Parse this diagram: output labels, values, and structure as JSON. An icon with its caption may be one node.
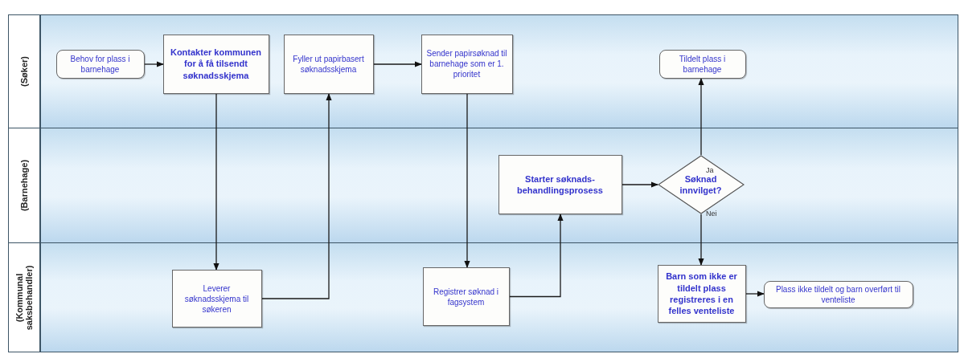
{
  "diagram": {
    "nodes": [
      {
        "text": [
          "(Søker)"
        ]
      },
      {
        "text": [
          "(Barnehage)"
        ]
      },
      {
        "text": [
          "(Kommunal saksbehandler)"
        ]
      },
      {
        "text": [
          "Behov for plass i barnehage"
        ],
        "in": 0
      },
      {
        "text": [
          "Kontakter kommunen for å få tilsendt søknadsskjema"
        ],
        "in": 0
      },
      {
        "text": [
          "Fyller ut papirbasert søknadsskjema"
        ],
        "in": 0
      },
      {
        "text": [
          "Sender papirsøknad til barnehage som er 1. prioritet"
        ],
        "in": 0
      },
      {
        "text": [
          "Tildelt plass i barnehage"
        ],
        "in": 0
      },
      {
        "text": [
          "Starter søknads-behandlingsprosess"
        ],
        "in": 1
      },
      {
        "text": [
          "Søknad innvilget?"
        ],
        "in": 1
      },
      {
        "text": [
          "Leverer søknadsskjema til søkeren"
        ],
        "in": 2
      },
      {
        "text": [
          "Registrer søknad i fagsystem"
        ],
        "in": 2
      },
      {
        "text": [
          "Barn som ikke er tildelt plass registreres i en felles venteliste"
        ],
        "in": 2
      },
      {
        "text": [
          "Plass ikke tildelt og barn overført til venteliste"
        ],
        "in": 2
      }
    ],
    "edges": [
      {
        "from": 3,
        "to": 4,
        "arrow": "to"
      },
      {
        "from": 4,
        "to": 10,
        "arrow": "to"
      },
      {
        "from": 10,
        "to": 5,
        "arrow": "to"
      },
      {
        "from": 5,
        "to": 6,
        "arrow": "to"
      },
      {
        "from": 6,
        "to": 11,
        "arrow": "to"
      },
      {
        "from": 11,
        "to": 8,
        "arrow": "to"
      },
      {
        "from": 8,
        "to": 9,
        "arrow": "to"
      },
      {
        "from": 9,
        "to": 7,
        "arrow": "to",
        "label": "Ja"
      },
      {
        "from": 9,
        "to": 12,
        "arrow": "to",
        "label": "Nei"
      },
      {
        "from": 12,
        "to": 13,
        "arrow": "to"
      }
    ]
  }
}
